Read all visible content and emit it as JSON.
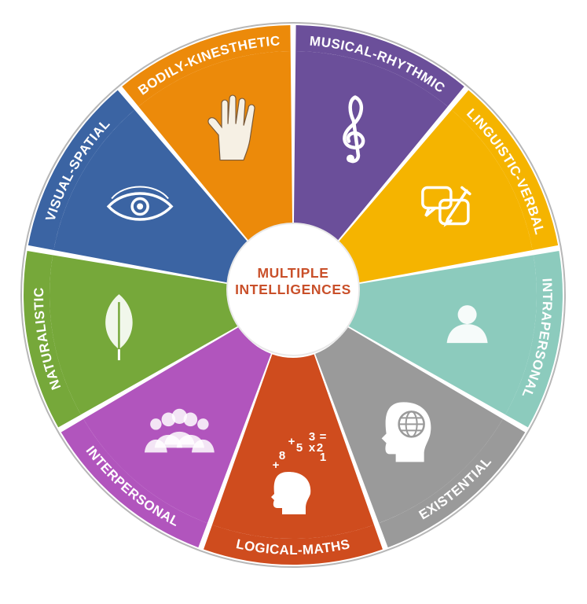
{
  "center": {
    "line1": "MULTIPLE",
    "line2": "INTELLIGENCES",
    "color": "#c9502a"
  },
  "segments": [
    {
      "label": "MUSICAL-RHYTHMIC",
      "icon": "treble-clef-icon",
      "color": "#6b4f9a"
    },
    {
      "label": "LINGUISTIC-VERBAL",
      "icon": "speech-bubbles-pen-icon",
      "color": "#f5b400"
    },
    {
      "label": "INTRAPERSONAL",
      "icon": "person-silhouette-icon",
      "color": "#8ccbbd"
    },
    {
      "label": "EXISTENTIAL",
      "icon": "head-globe-icon",
      "color": "#9a9a9a"
    },
    {
      "label": "LOGICAL-MATHS",
      "icon": "head-math-icon",
      "color": "#cf4c1e"
    },
    {
      "label": "INTERPERSONAL",
      "icon": "group-people-icon",
      "color": "#b155bd"
    },
    {
      "label": "NATURALISTIC",
      "icon": "leaf-icon",
      "color": "#76a83a"
    },
    {
      "label": "VISUAL-SPATIAL",
      "icon": "eye-icon",
      "color": "#3b64a3"
    },
    {
      "label": "BODILY-KINESTHETIC",
      "icon": "hand-icon",
      "color": "#ec8a0a"
    }
  ],
  "math_symbols": [
    "3",
    "=",
    "+",
    "5",
    "x",
    "2",
    "8",
    "1",
    "+"
  ]
}
